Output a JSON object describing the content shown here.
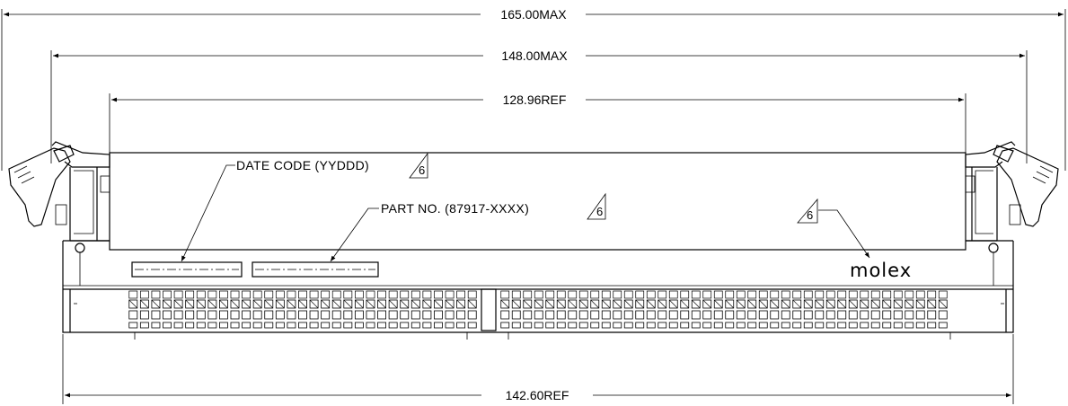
{
  "dimensions": {
    "overall": "165.00MAX",
    "body": "148.00MAX",
    "module": "128.96REF",
    "base": "142.60REF"
  },
  "callouts": {
    "date_code": "DATE CODE (YYDDD)",
    "part_no": "PART NO. (87917-XXXX)",
    "note_ref": "6"
  },
  "brand": "molex",
  "contacts": {
    "left_columns": 31,
    "right_columns": 40
  }
}
